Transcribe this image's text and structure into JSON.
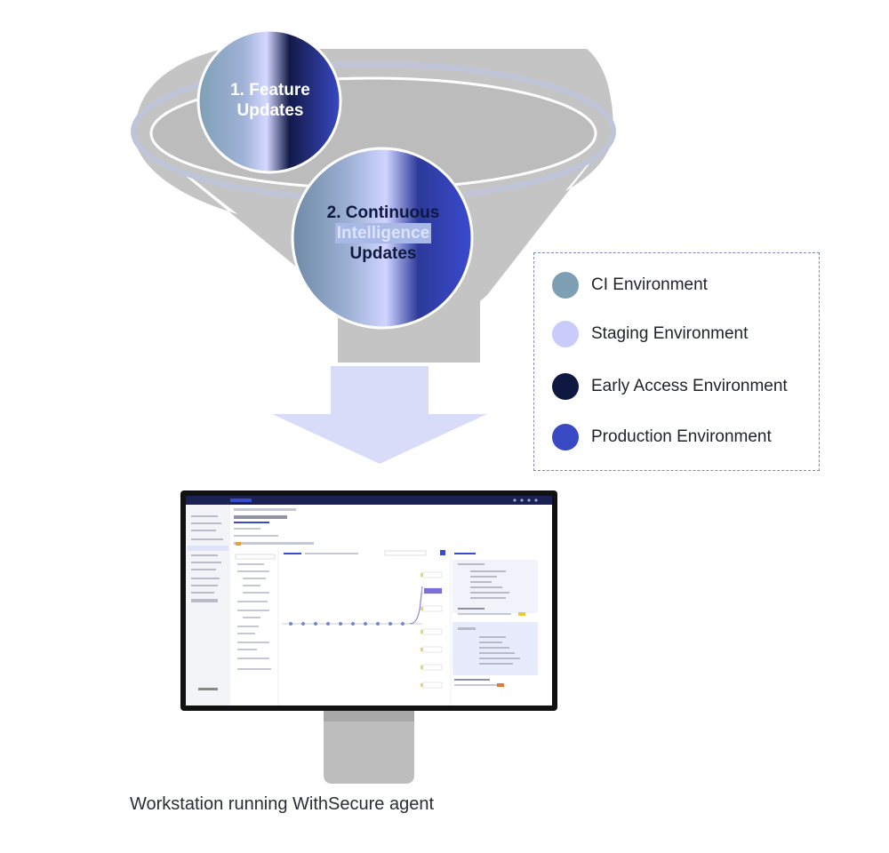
{
  "funnel": {
    "feature_updates_line1": "1. Feature",
    "feature_updates_line2": "Updates",
    "ci_updates_line1": "2. Continuous",
    "ci_updates_line2": "Intelligence",
    "ci_updates_line3": "Updates"
  },
  "legend": {
    "items": [
      {
        "label": "CI Environment",
        "color": "#7f9fb5"
      },
      {
        "label": "Staging Environment",
        "color": "#c9ccfb"
      },
      {
        "label": "Early Access Environment",
        "color": "#0f1840"
      },
      {
        "label": "Production Environment",
        "color": "#3949c4"
      }
    ]
  },
  "colors": {
    "funnel": "#c4c4c4",
    "funnel_rim": "#bfc4d8",
    "arrow": "#d8dcf8",
    "monitor_bezel": "#111111",
    "stand": "#bdbdbd",
    "ui_accent": "#3a4bd0"
  },
  "caption": "Workstation running WithSecure agent"
}
